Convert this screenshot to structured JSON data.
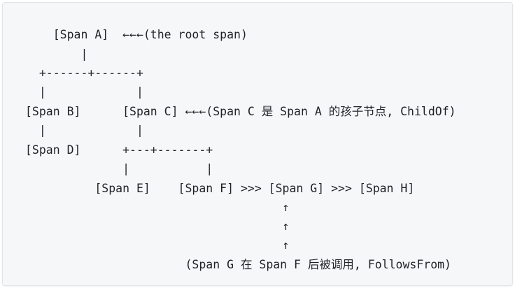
{
  "diagram": {
    "lines": [
      "    [Span A]  ←←←(the root span)",
      "        |",
      "  +------+------+",
      "  |             |",
      "[Span B]      [Span C] ←←←(Span C 是 Span A 的孩子节点, ChildOf)",
      "  |             |",
      "[Span D]      +---+-------+",
      "              |           |",
      "          [Span E]    [Span F] >>> [Span G] >>> [Span H]",
      "                                     ↑",
      "                                     ↑",
      "                                     ↑",
      "                       (Span G 在 Span F 后被调用, FollowsFrom)"
    ]
  }
}
